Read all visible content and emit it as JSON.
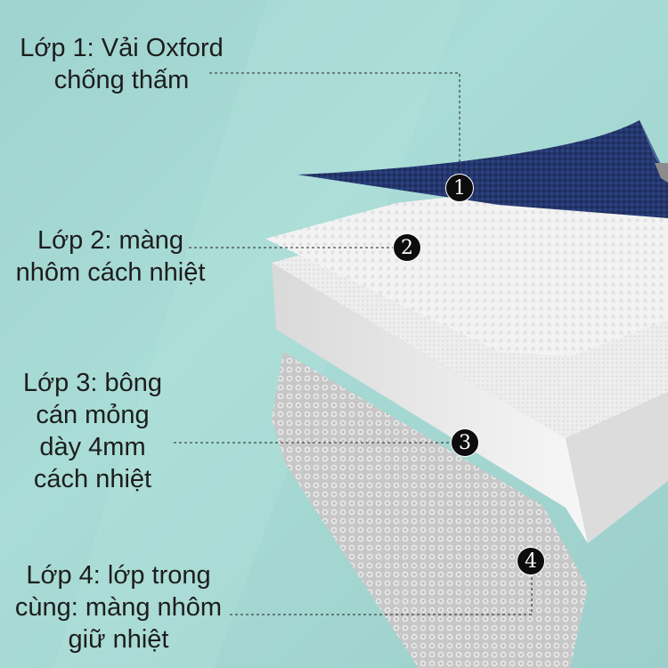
{
  "layers": [
    {
      "number": "1",
      "lines": [
        "Lớp 1: Vải Oxford",
        "chống thấm"
      ]
    },
    {
      "number": "2",
      "lines": [
        "Lớp 2: màng",
        "nhôm cách nhiệt"
      ]
    },
    {
      "number": "3",
      "lines": [
        "Lớp 3: bông",
        "cán mỏng",
        "dày 4mm",
        "cách nhiệt"
      ]
    },
    {
      "number": "4",
      "lines": [
        "Lớp 4: lớp trong",
        "cùng: màng nhôm",
        "giữ nhiệt"
      ]
    }
  ],
  "colors": {
    "background": "#a3d7d2",
    "oxford": "#22346a",
    "foil": "#f4f4f4",
    "foam": "#ececec",
    "inner": "#bcbcbc"
  }
}
